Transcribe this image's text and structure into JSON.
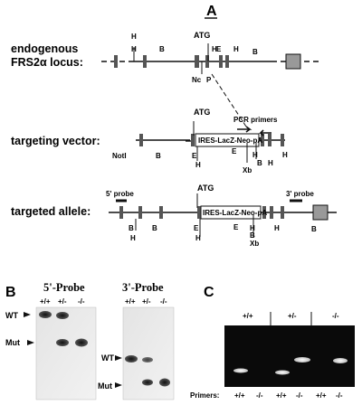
{
  "panel_a": {
    "letter": "A",
    "row1_label_line1": "endogenous",
    "row1_label_line2": "FRS2α locus:",
    "row2_label": "targeting vector:",
    "row3_label": "targeted allele:",
    "atg": "ATG",
    "pcr_primers": "PCR primers",
    "cassette": "IRES-LacZ-Neo-pA",
    "probe5": "5' probe",
    "probe3": "3' probe",
    "nc": "Nc",
    "p": "P",
    "h": "H",
    "b": "B",
    "e": "E",
    "xb": "Xb",
    "noti": "NotI"
  },
  "panel_b": {
    "letter": "B",
    "left_title": "5'-Probe",
    "right_title": "3'-Probe",
    "genotypes": [
      "+/+",
      "+/-",
      "-/-"
    ],
    "wt": "WT",
    "mut": "Mut"
  },
  "panel_c": {
    "letter": "C",
    "groups": [
      "+/+",
      "+/-",
      "-/-"
    ],
    "primers_label": "Primers:",
    "primers": [
      "+/+",
      "-/-",
      "+/+",
      "-/-",
      "+/+",
      "-/-"
    ]
  },
  "colors": {
    "ink": "#111111",
    "gel_bg": "#0a0a0a",
    "exon": "#555555",
    "end_box": "#999999"
  }
}
